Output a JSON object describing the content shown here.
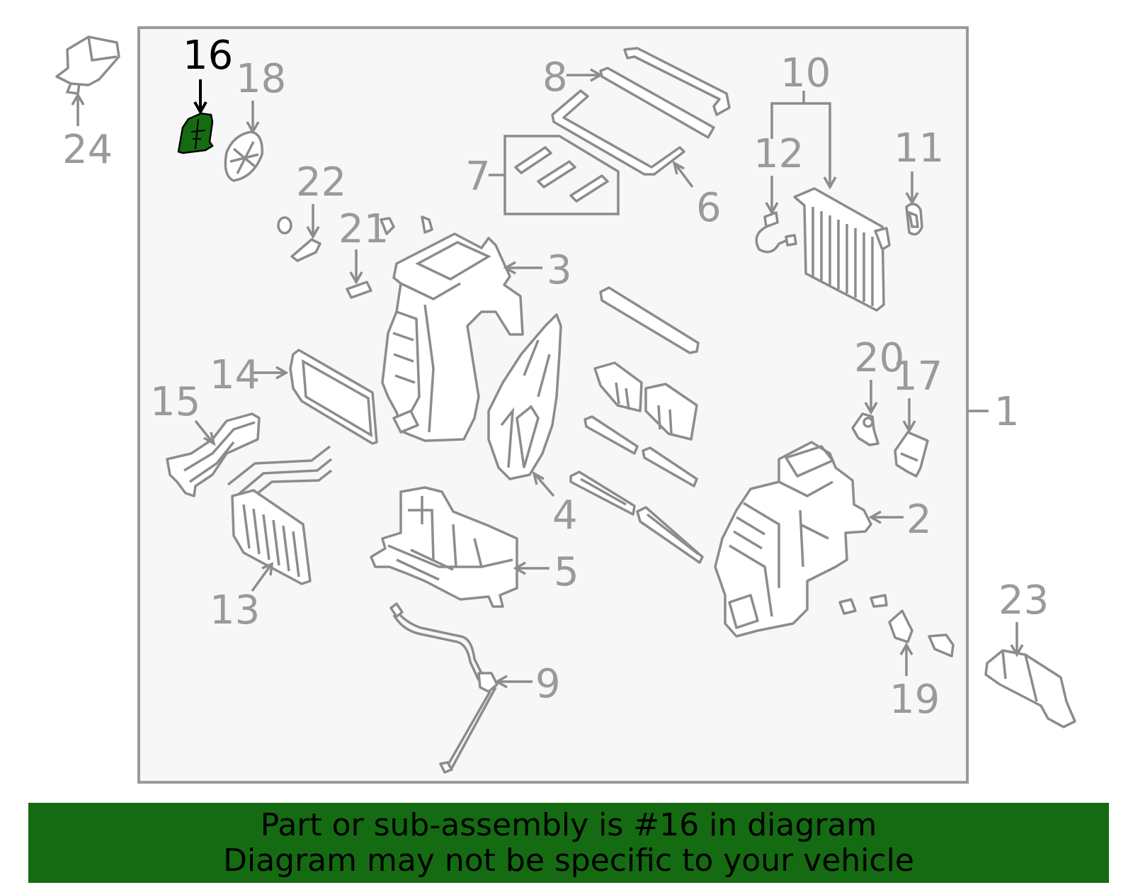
{
  "colors": {
    "highlight": "#156b12",
    "banner_bg": "#156b12",
    "part_stroke": "#8c8c8c",
    "label_gray": "#9a9a9a",
    "frame_fill": "#f7f7f7"
  },
  "callouts": {
    "c1": "1",
    "c2": "2",
    "c3": "3",
    "c4": "4",
    "c5": "5",
    "c6": "6",
    "c7": "7",
    "c8": "8",
    "c9": "9",
    "c10": "10",
    "c11": "11",
    "c12": "12",
    "c13": "13",
    "c14": "14",
    "c15": "15",
    "c16": "16",
    "c17": "17",
    "c18": "18",
    "c19": "19",
    "c20": "20",
    "c21": "21",
    "c22": "22",
    "c23": "23",
    "c24": "24"
  },
  "highlighted_part": "16",
  "banner": {
    "line1": "Part or sub-assembly is #16 in diagram",
    "line2": "Diagram may not be specific to your vehicle"
  }
}
